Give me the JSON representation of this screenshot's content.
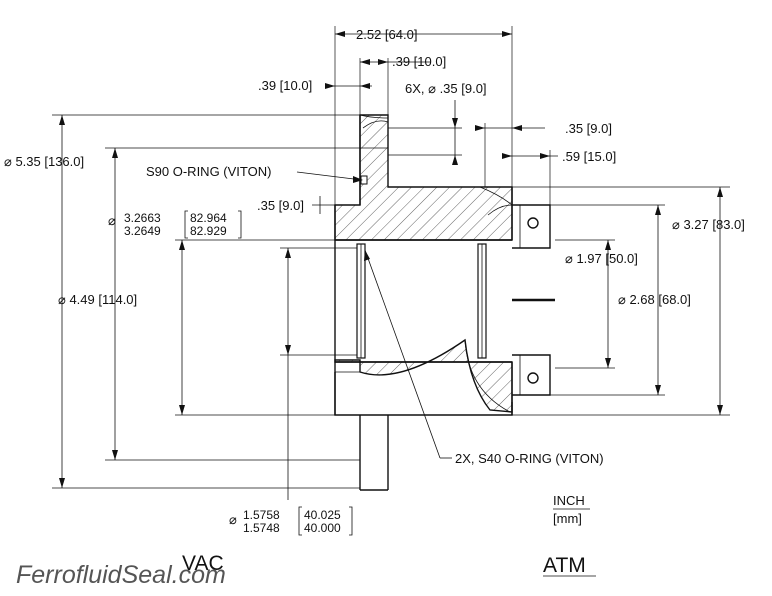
{
  "watermark": "FerrofluidSeal.com",
  "side_labels": {
    "vac": "VAC",
    "atm": "ATM"
  },
  "units": {
    "primary": "INCH",
    "secondary": "[mm]"
  },
  "dimensions": {
    "overall_length": "2.52 [64.0]",
    "flange_thickness": ".39 [10.0]",
    "flange_offset": ".39 [10.0]",
    "bolt_holes": "6X, ⌀ .35 [9.0]",
    "step_length": ".35 [9.0]",
    "atm_pilot_length": ".59 [15.0]",
    "flange_od": "⌀ 5.35 [136.0]",
    "pilot_dia_upper": "3.2663",
    "pilot_dia_lower": "3.2649",
    "pilot_dia_upper_mm": "82.964",
    "pilot_dia_lower_mm": "82.929",
    "pilot_dia_prefix": "⌀",
    "oring_groove": ".35 [9.0]",
    "bolt_circle": "⌀ 4.49 [114.0]",
    "housing_od": "⌀ 3.27 [83.0]",
    "atm_bore": "⌀ 1.97 [50.0]",
    "atm_housing": "⌀ 2.68 [68.0]",
    "shaft_dia_upper": "1.5758",
    "shaft_dia_lower": "1.5748",
    "shaft_dia_upper_mm": "40.025",
    "shaft_dia_lower_mm": "40.000",
    "shaft_dia_prefix": "⌀"
  },
  "callouts": {
    "s90_oring": "S90 O-RING (VITON)",
    "s40_oring": "2X, S40 O-RING (VITON)"
  }
}
